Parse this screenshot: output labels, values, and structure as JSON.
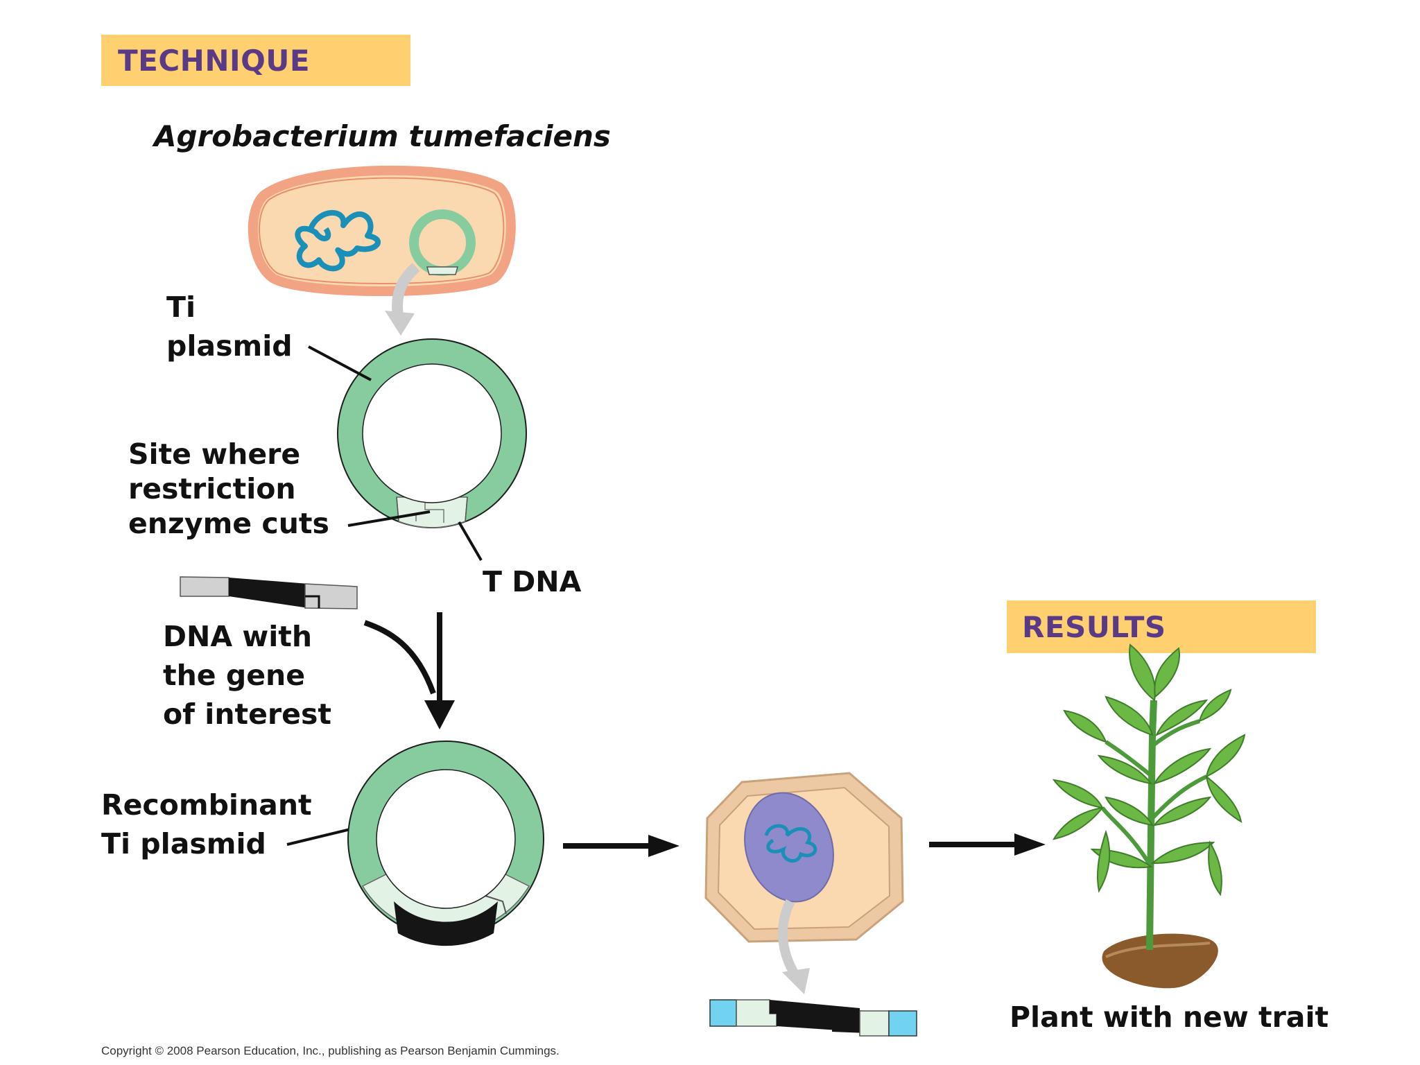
{
  "technique_label": "TECHNIQUE",
  "results_label": "RESULTS",
  "species_name": "Agrobacterium tumefaciens",
  "labels": {
    "ti_plasmid": [
      "Ti",
      "plasmid"
    ],
    "restriction_site": [
      "Site where",
      "restriction",
      "enzyme cuts"
    ],
    "t_dna": "T DNA",
    "gene_of_interest": [
      "DNA with",
      "the gene",
      "of interest"
    ],
    "recombinant": [
      "Recombinant",
      "Ti plasmid"
    ],
    "plant": "Plant with new trait"
  },
  "copyright": "Copyright © 2008 Pearson Education, Inc., publishing as Pearson Benjamin Cummings.",
  "colors": {
    "header_box": "#fed06f",
    "header_text": "#5a3a87",
    "plasmid_green": "#86cc9e",
    "t_dna_fill": "#e2f2e4",
    "bacterium_fill": "#fbd9b0",
    "bacterium_wall": "#f2a383",
    "chromosome": "#1a8fb8",
    "nucleus": "#8f8acb",
    "plant_cell_wall": "#ecc9a3",
    "insert_dna": "#111111",
    "plant_dna_end": "#72d3f0",
    "gray_arrow": "#cccccc",
    "leaf": "#6cb844",
    "soil": "#8b5a2b"
  }
}
